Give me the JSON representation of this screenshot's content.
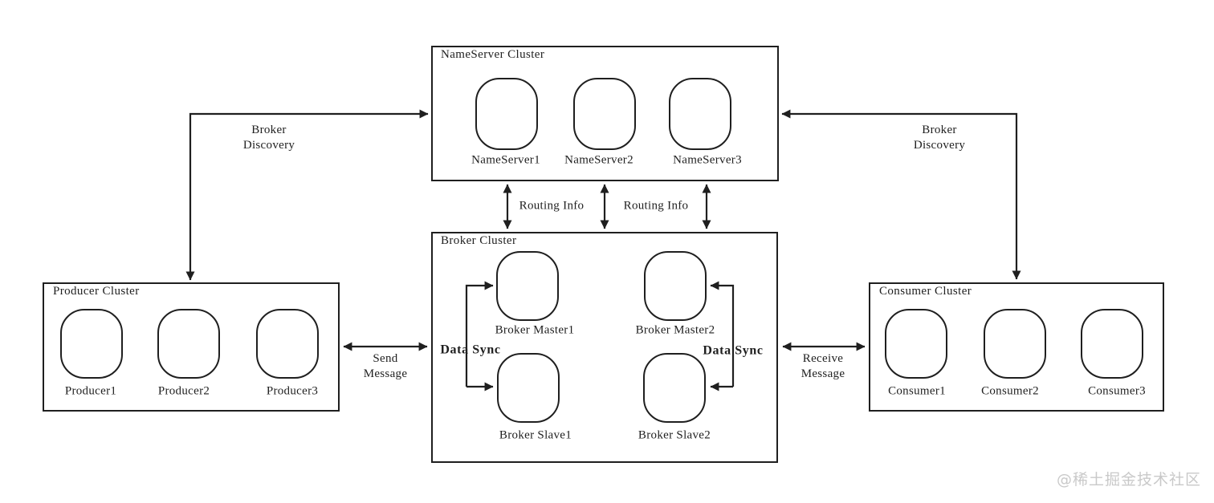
{
  "clusters": {
    "nameserver": {
      "title": "NameServer Cluster",
      "nodes": [
        "NameServer1",
        "NameServer2",
        "NameServer3"
      ]
    },
    "broker": {
      "title": "Broker Cluster",
      "nodes": [
        "Broker Master1",
        "Broker Master2",
        "Broker Slave1",
        "Broker Slave2"
      ]
    },
    "producer": {
      "title": "Producer Cluster",
      "nodes": [
        "Producer1",
        "Producer2",
        "Producer3"
      ]
    },
    "consumer": {
      "title": "Consumer Cluster",
      "nodes": [
        "Consumer1",
        "Consumer2",
        "Consumer3"
      ]
    }
  },
  "edges": {
    "broker_discovery_left": {
      "line1": "Broker",
      "line2": "Discovery"
    },
    "broker_discovery_right": {
      "line1": "Broker",
      "line2": "Discovery"
    },
    "routing_info_left": "Routing Info",
    "routing_info_right": "Routing Info",
    "send_message": {
      "line1": "Send",
      "line2": "Message"
    },
    "receive_message": {
      "line1": "Receive",
      "line2": "Message"
    },
    "data_sync_left": "Data Sync",
    "data_sync_right": "Data Sync"
  },
  "watermark": "@稀土掘金技术社区",
  "colors": {
    "line": "#1f1f1f",
    "background": "#ffffff",
    "watermark": "#c9c9c9"
  }
}
